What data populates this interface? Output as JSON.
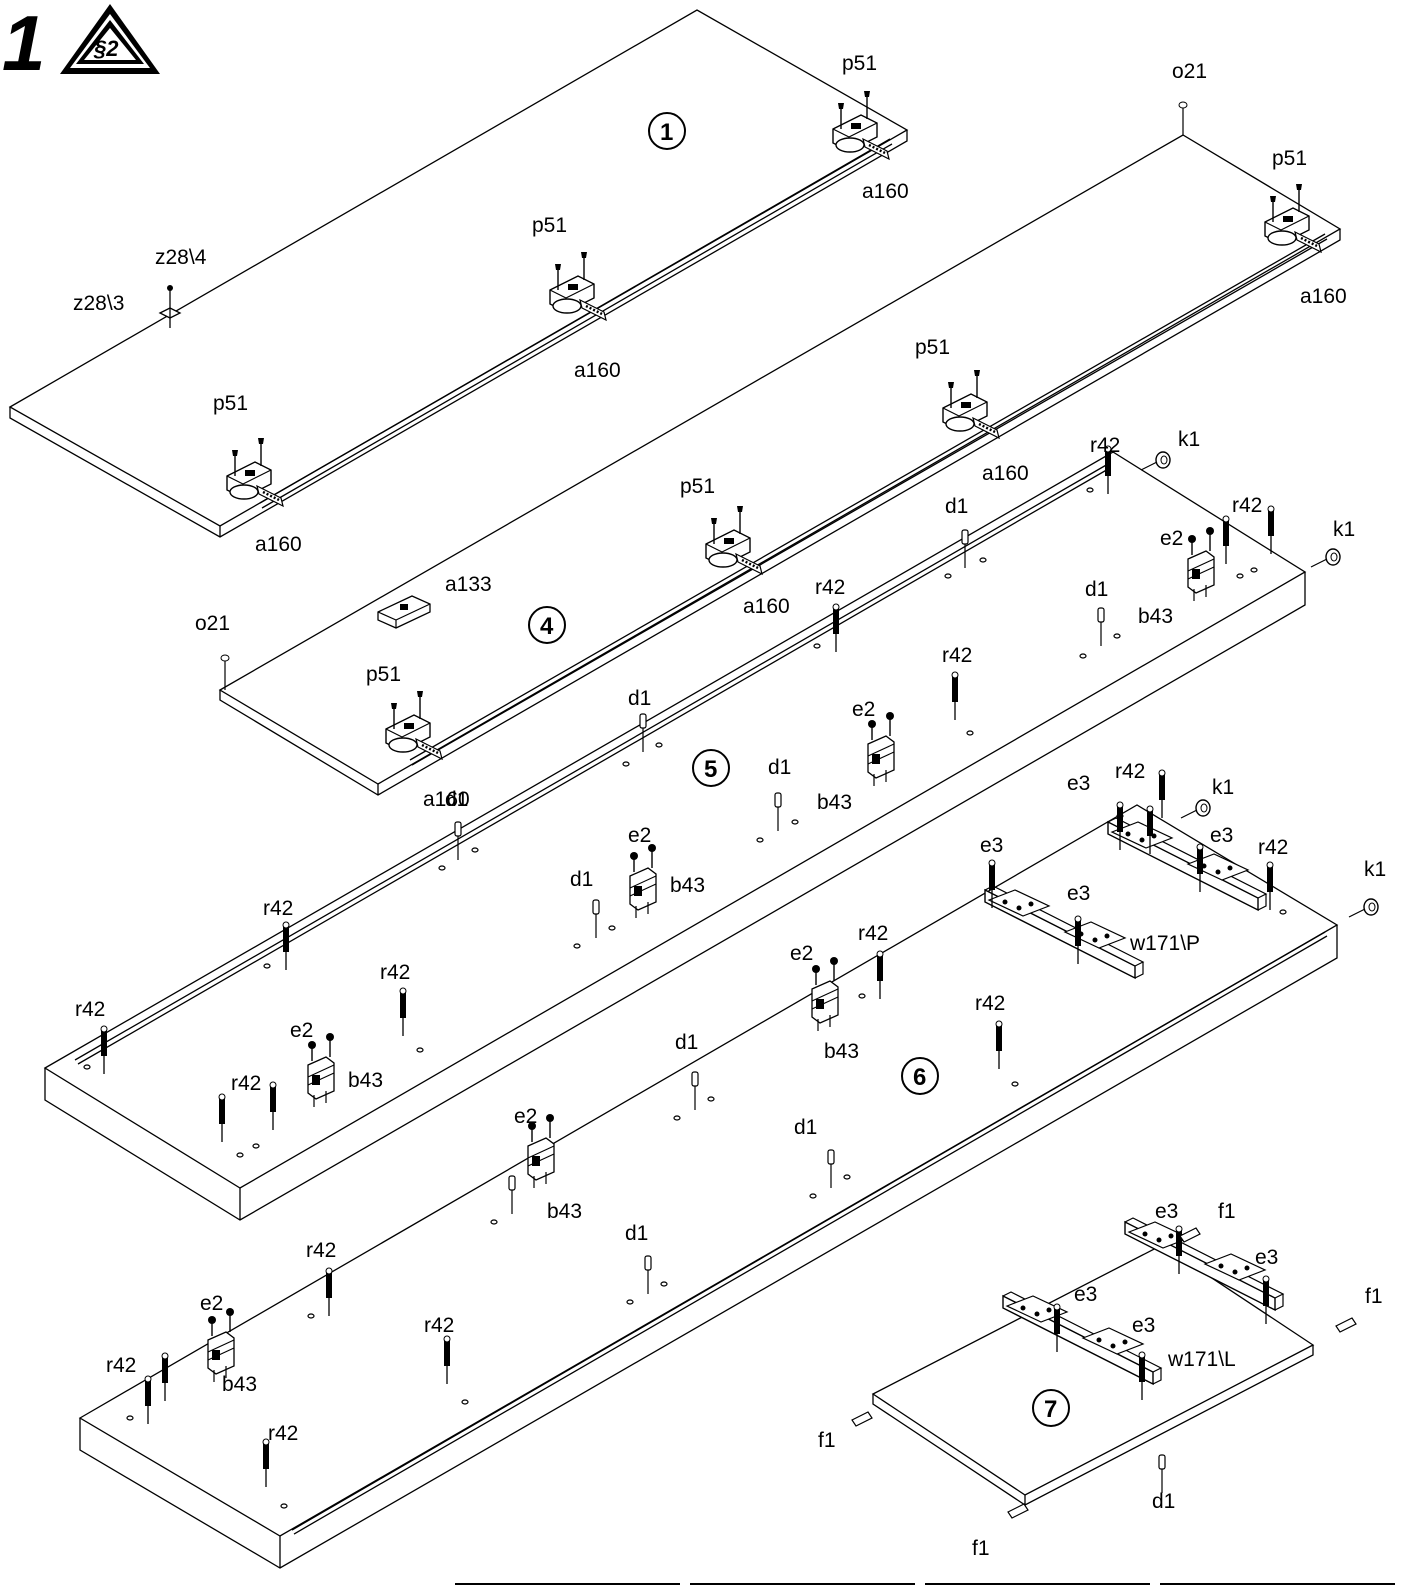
{
  "step_number": "1",
  "warning_badge": "§2",
  "panel_numbers": {
    "p1": "1",
    "p4": "4",
    "p5": "5",
    "p6": "6",
    "p7": "7"
  },
  "labels": {
    "p51_a": "p51",
    "p51_b": "p51",
    "p51_c": "p51",
    "p51_d": "p51",
    "p51_e": "p51",
    "p51_f": "p51",
    "p51_g": "p51",
    "a160_a": "a160",
    "a160_b": "a160",
    "a160_c": "a160",
    "a160_d": "a160",
    "a160_e": "a160",
    "a160_f": "a160",
    "a160_g": "a160",
    "o21_a": "o21",
    "o21_b": "o21",
    "z28_4": "z28\\4",
    "z28_3": "z28\\3",
    "a133": "a133",
    "r42_1": "r42",
    "r42_2": "r42",
    "r42_3": "r42",
    "r42_4": "r42",
    "r42_5": "r42",
    "r42_6": "r42",
    "r42_7": "r42",
    "r42_8": "r42",
    "r42_9": "r42",
    "r42_10": "r42",
    "r42_11": "r42",
    "r42_12": "r42",
    "r42_13": "r42",
    "r42_14": "r42",
    "r42_15": "r42",
    "r42_16": "r42",
    "k1_a": "k1",
    "k1_b": "k1",
    "k1_c": "k1",
    "k1_d": "k1",
    "d1_1": "d1",
    "d1_2": "d1",
    "d1_3": "d1",
    "d1_4": "d1",
    "d1_5": "d1",
    "d1_6": "d1",
    "d1_7": "d1",
    "d1_8": "d1",
    "d1_9": "d1",
    "e2_1": "e2",
    "e2_2": "e2",
    "e2_3": "e2",
    "e2_4": "e2",
    "e2_5": "e2",
    "e2_6": "e2",
    "e2_7": "e2",
    "b43_1": "b43",
    "b43_2": "b43",
    "b43_3": "b43",
    "b43_4": "b43",
    "b43_5": "b43",
    "b43_6": "b43",
    "b43_7": "b43",
    "e3_1": "e3",
    "e3_2": "e3",
    "e3_3": "e3",
    "e3_4": "e3",
    "e3_5": "e3",
    "e3_6": "e3",
    "e3_7": "e3",
    "e3_8": "e3",
    "w171p": "w171\\P",
    "w171l": "w171\\L",
    "f1_a": "f1",
    "f1_b": "f1",
    "f1_c": "f1",
    "f1_d": "f1"
  }
}
